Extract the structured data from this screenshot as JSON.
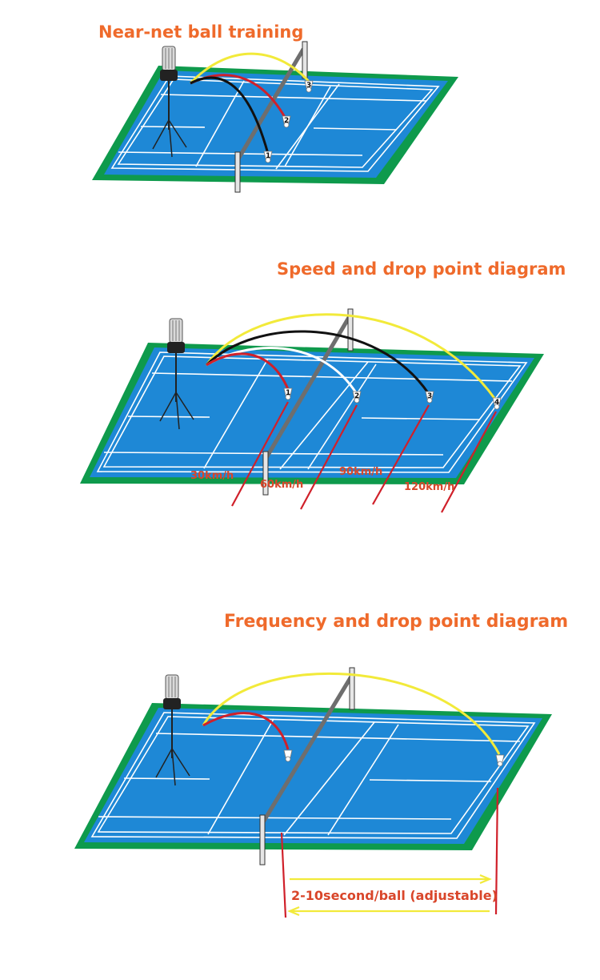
{
  "sections": [
    {
      "title": "Near-net ball training",
      "drop_points": [
        "1",
        "2",
        "3"
      ]
    },
    {
      "title": "Speed and drop point diagram",
      "drop_points": [
        "1",
        "2",
        "3",
        "4"
      ],
      "speeds": [
        "30km/h",
        "60km/h",
        "90km/h",
        "120km/h"
      ]
    },
    {
      "title": "Frequency and drop point diagram",
      "interval_label": "2-10second/ball (adjustable)"
    }
  ],
  "colors": {
    "title": "#ef6a2b",
    "court": "#1e88d6",
    "border": "#0e9a4c",
    "net": "#6e6e6e",
    "traj_yellow": "#f2ea3a",
    "traj_red": "#d0202a",
    "traj_black": "#111111",
    "traj_white": "#ffffff"
  },
  "icons": [
    "ball-machine-icon",
    "shuttlecock-icon"
  ]
}
